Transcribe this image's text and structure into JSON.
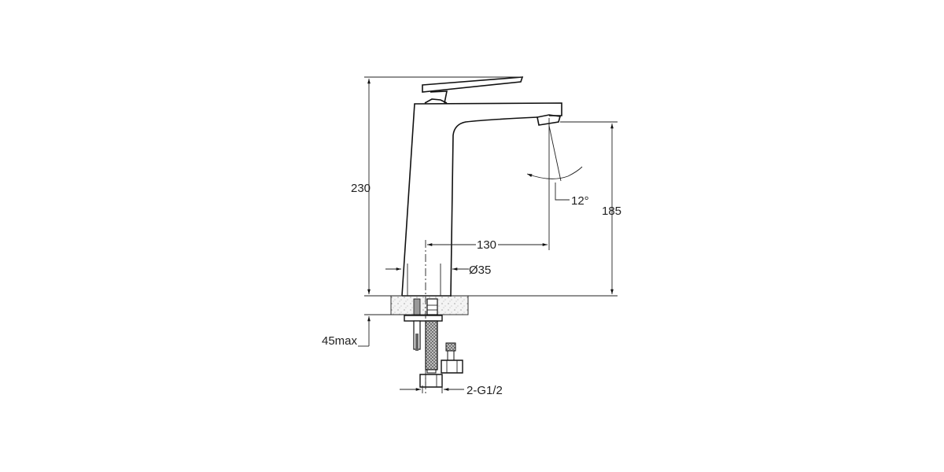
{
  "drawing": {
    "subject": "basin-mixer-faucet",
    "dimensions": {
      "total_height": "230",
      "spout_height": "185",
      "spout_reach": "130",
      "base_diameter": "Ø35",
      "spout_angle": "12°",
      "max_countertop_thickness": "45max",
      "inlet_connections": "2-G1/2"
    },
    "line_color": "#111111",
    "background_color": "#ffffff"
  }
}
